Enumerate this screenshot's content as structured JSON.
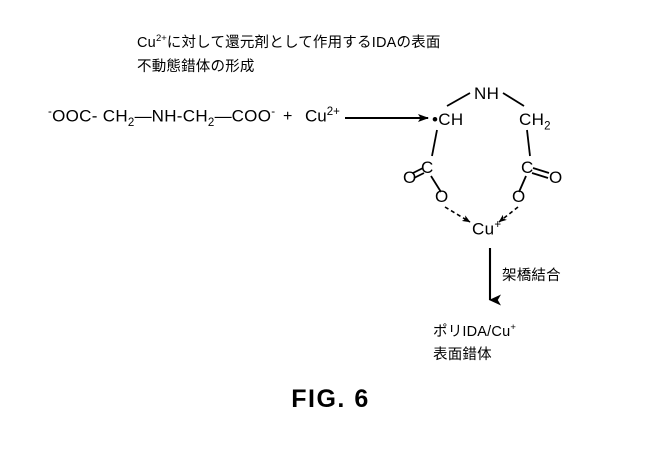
{
  "figure": {
    "caption": "FIG. 6",
    "title_line1_prefix": "Cu",
    "title_line1_sup": "2+",
    "title_line1_rest": "に対して還元剤として作用するIDAの表面",
    "title_line2": "不動態錯体の形成"
  },
  "reaction": {
    "reactant": {
      "charge_leading": "-",
      "part1": "OOC",
      "dash1": "-",
      "part2": "CH",
      "sub2": "2",
      "dash2": "—",
      "part3": "NH",
      "dash3": "-",
      "part4": "CH",
      "sub4": "2",
      "dash4": "—",
      "part5": "COO",
      "charge_trailing": "-"
    },
    "plus": "+",
    "copper_reactant": {
      "symbol": "Cu",
      "charge": "2+"
    },
    "arrow_name": "reaction-arrow"
  },
  "complex": {
    "nh": "NH",
    "ch_radical": "•CH",
    "ch2": "CH",
    "ch2_sub": "2",
    "c_left": "C",
    "o_left_double": "O",
    "o_left_single": "O",
    "c_right": "C",
    "o_right_double": "O",
    "o_right_single": "O",
    "copper": "Cu",
    "copper_charge": "+"
  },
  "crosslink": {
    "label": "架橋結合"
  },
  "product": {
    "line1_text": "ポリIDA/Cu",
    "line1_sup": "+",
    "line2_text": "表面錯体"
  },
  "colors": {
    "ink": "#000000",
    "background": "#ffffff"
  }
}
